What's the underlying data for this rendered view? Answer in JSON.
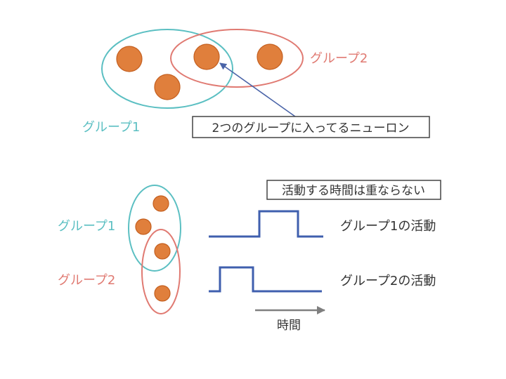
{
  "colors": {
    "group1": "#5bbfc2",
    "group2": "#e07a72",
    "neuron_fill": "#e07f3c",
    "neuron_stroke": "#c45f1f",
    "activity": "#3f5fae",
    "pointer": "#4a64a8",
    "time_arrow": "#7f7f7f",
    "text_dark": "#333333"
  },
  "top": {
    "group1_label": "グループ1",
    "group2_label": "グループ2",
    "callout": "2つのグループに入ってるニューロン"
  },
  "bottom": {
    "note": "活動する時間は重ならない",
    "group1_label": "グループ1",
    "group2_label": "グループ2",
    "activity1_label": "グループ1の活動",
    "activity2_label": "グループ2の活動",
    "time_label": "時間"
  }
}
